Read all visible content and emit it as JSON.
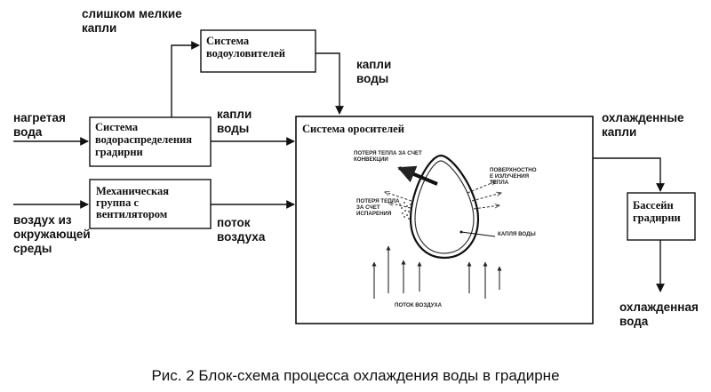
{
  "labels": {
    "too_small_drops": [
      "слишком мелкие",
      "капли"
    ],
    "drops_top": [
      "капли",
      "воды"
    ],
    "heated_water": [
      "нагретая",
      "вода"
    ],
    "drops_mid": [
      "капли",
      "воды"
    ],
    "ambient_air": [
      "воздух из",
      "окружающей",
      "среды"
    ],
    "air_flow": [
      "поток",
      "воздуха"
    ],
    "cooled_drops": [
      "охлажденные",
      "капли"
    ],
    "cooled_water": [
      "охлажденная",
      "вода"
    ]
  },
  "boxes": {
    "eliminators": [
      "Система",
      "водоуловителей"
    ],
    "distribution": [
      "Система",
      "водораспределения",
      "градирни"
    ],
    "fan": [
      "Механическая",
      "группа с",
      "вентилятором"
    ],
    "sprinklers": [
      "Система оросителей"
    ],
    "basin": [
      "Бассейн",
      "градирни"
    ]
  },
  "inset": {
    "convection": [
      "ПОТЕРЯ ТЕПЛА ЗА СЧЕТ",
      "КОНВЕКЦИИ"
    ],
    "radiation": [
      "ПОВЕРХНОСТНО",
      "Е ИЗЛУЧЕНИЯ",
      "ТЕПЛА"
    ],
    "evaporation": [
      "ПОТЕРЯ ТЕПЛА",
      "ЗА СЧЕТ",
      "ИСПАРЕНИЯ"
    ],
    "drop": [
      "КАПЛЯ ВОДЫ"
    ],
    "airflow": [
      "ПОТОК ВОЗДУХА"
    ]
  },
  "caption": "Рис. 2 Блок-схема процесса охлаждения воды в градирне"
}
